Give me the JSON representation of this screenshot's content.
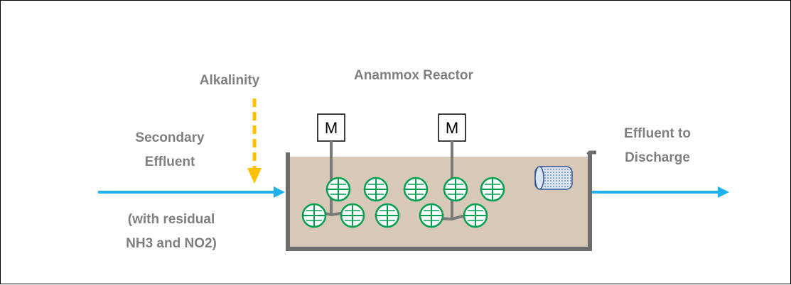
{
  "labels": {
    "alkalinity": "Alkalinity",
    "reactor": "Anammox Reactor",
    "influent_line1": "Secondary",
    "influent_line2": "Effluent",
    "influent_note_line1": "(with residual",
    "influent_note_line2": "NH3 and NO2)",
    "effluent_line1": "Effluent to",
    "effluent_line2": "Discharge"
  },
  "mixers": [
    {
      "label": "M"
    },
    {
      "label": "M"
    }
  ],
  "colors": {
    "flow": "#1fb0ef",
    "alkalinity": "#ffc000",
    "tank_fill": "#d8c8b8",
    "tank_wall": "#6e6e6e",
    "media_stroke": "#00a050",
    "carrier_stroke": "#2f5597",
    "text": "#7f7f7f"
  }
}
